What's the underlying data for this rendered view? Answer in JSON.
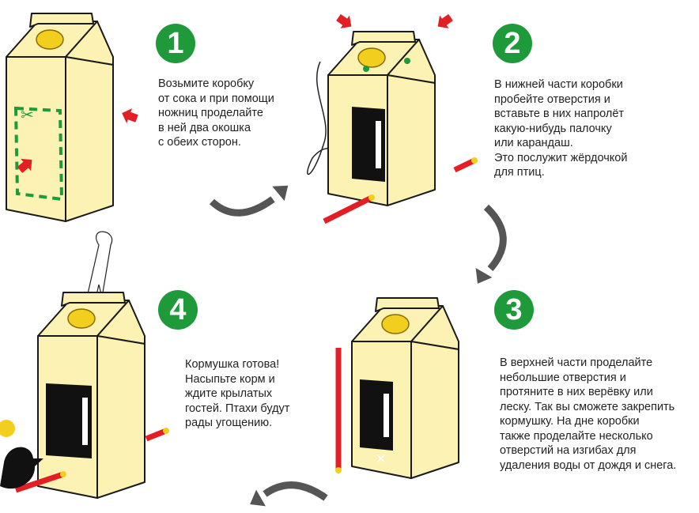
{
  "colors": {
    "carton": "#fbf2b3",
    "outline": "#1a1a1a",
    "badge": "#1e9a3a",
    "cap": "#f2cf1e",
    "arrow": "#555555",
    "red": "#e31e24",
    "window": "#111111"
  },
  "steps": [
    {
      "number": "1",
      "lines": [
        "Возьмите коробку",
        "от сока и при помощи",
        "ножниц проделайте",
        "в ней два окошка",
        "с обеих сторон."
      ]
    },
    {
      "number": "2",
      "lines": [
        "В нижней части коробки",
        "пробейте отверстия и",
        "вставьте в них напролёт",
        "какую-нибудь палочку",
        "или карандаш.",
        "Это послужит жёрдочкой",
        "для птиц."
      ]
    },
    {
      "number": "3",
      "lines": [
        "В верхней части проделайте",
        "небольшие отверстия и",
        "протяните в них верёвку или",
        "леску. Так вы сможете закрепить",
        "кормушку. На дне коробки",
        "также проделайте несколько",
        "отверстий на изгибах для",
        "удаления воды от дождя и снега."
      ]
    },
    {
      "number": "4",
      "lines": [
        "Кормушка готова!",
        "Насыпьте корм и",
        "ждите крылатых",
        "гостей. Птахи будут",
        "рады угощению."
      ]
    }
  ],
  "icons": [
    "scissors-icon",
    "red-arrow-icon",
    "curved-arrow-icon",
    "pencil-icon",
    "string-loop-icon",
    "bird-icon"
  ]
}
